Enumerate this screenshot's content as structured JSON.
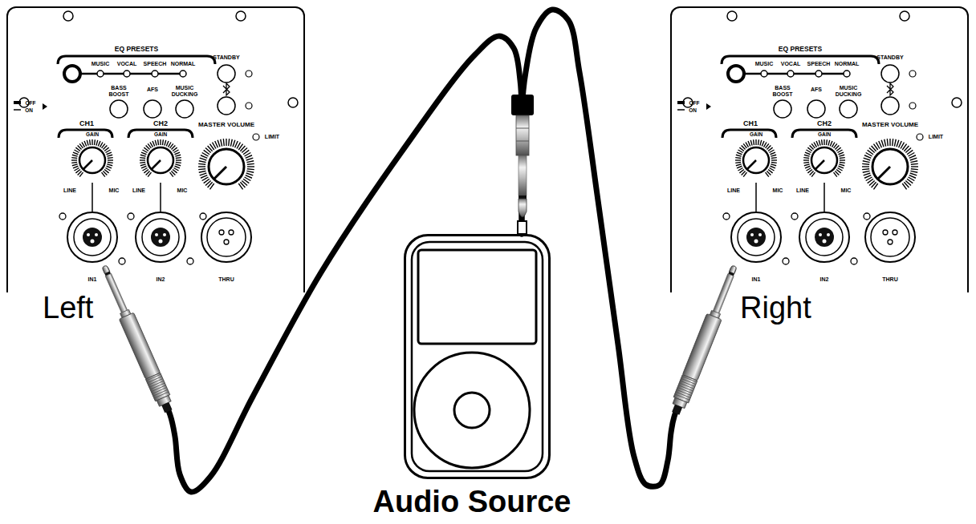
{
  "diagram": {
    "nodes": [
      {
        "text": [
          "Left"
        ]
      },
      {
        "text": [
          "Right"
        ]
      },
      {
        "text": [
          "Audio Source"
        ]
      }
    ],
    "edges": [
      {
        "from": 2,
        "to": 0,
        "arrow": "none"
      },
      {
        "from": 2,
        "to": 1,
        "arrow": "none"
      }
    ],
    "labels": [
      "EQ PRESETS",
      "MUSIC",
      "VOCAL",
      "SPEECH",
      "NORMAL",
      "STANDBY",
      "BASS BOOST",
      "AFS",
      "MUSIC DUCKING",
      "OFF",
      "ON",
      "CH1",
      "GAIN",
      "CH2",
      "GAIN",
      "MASTER VOLUME",
      "LIMIT",
      "LINE",
      "MIC",
      "LINE",
      "MIC",
      "IN1",
      "IN2",
      "THRU",
      "EQ PRESETS",
      "MUSIC",
      "VOCAL",
      "SPEECH",
      "NORMAL",
      "STANDBY",
      "BASS BOOST",
      "AFS",
      "MUSIC DUCKING",
      "OFF",
      "ON",
      "CH1",
      "GAIN",
      "CH2",
      "GAIN",
      "MASTER VOLUME",
      "LIMIT",
      "LINE",
      "MIC",
      "LINE",
      "MIC",
      "IN1",
      "IN2",
      "THRU"
    ]
  }
}
